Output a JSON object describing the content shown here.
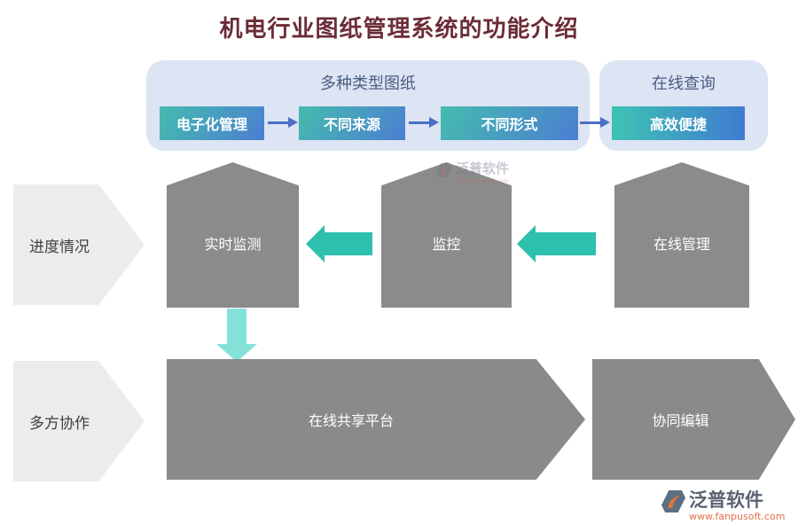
{
  "title": "机电行业图纸管理系统的功能介绍",
  "top_panel": {
    "label": "多种类型图纸",
    "buttons": [
      "电子化管理",
      "不同来源",
      "不同形式"
    ]
  },
  "query_panel": {
    "label": "在线查询",
    "button": "高效便捷"
  },
  "middle_row": {
    "left_tag": "进度情况",
    "nodes": [
      "实时监测",
      "监控",
      "在线管理"
    ]
  },
  "bottom_row": {
    "left_tag": "多方协作",
    "arrows": [
      "在线共享平台",
      "协同编辑"
    ]
  },
  "logo": {
    "name": "泛普软件",
    "url": "www.fanpusoft.com"
  },
  "colors": {
    "title": "#6b2d36",
    "panel_bg": "#dde4f4",
    "button_gradient_start": "#45bcae",
    "button_gradient_end": "#4b7ed2",
    "blue_arrow": "#4a6fc6",
    "node_gray": "#8b8b8b",
    "teal_arrow": "#2cc0ad",
    "light_teal_arrow": "#84e2d8",
    "chevron_bg": "#ececec",
    "logo_url_color": "#e0714d"
  }
}
